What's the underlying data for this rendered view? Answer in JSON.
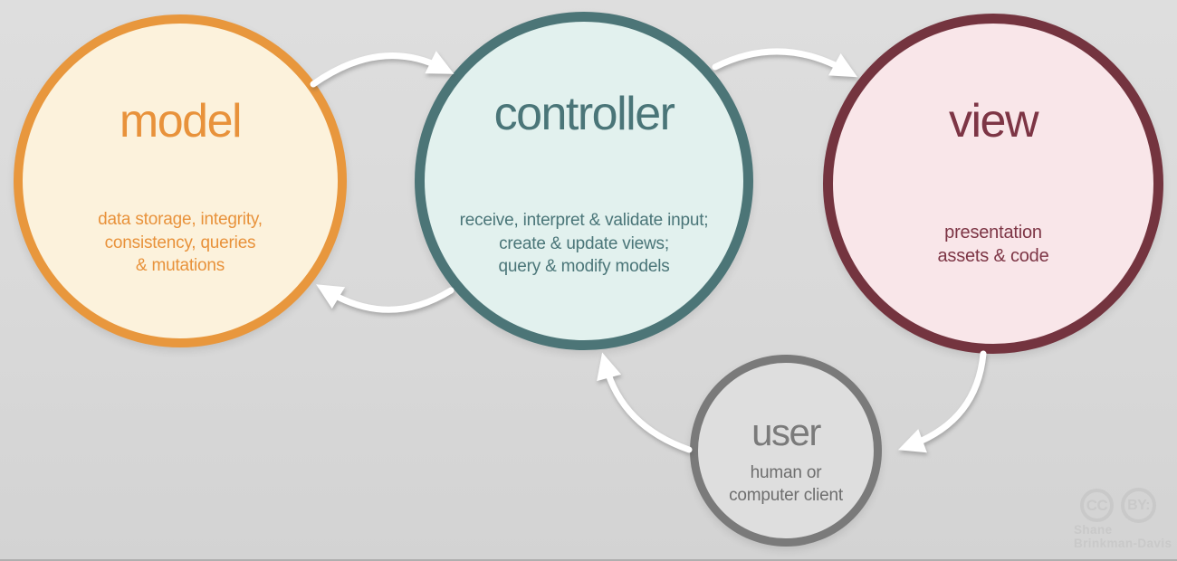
{
  "background": {
    "top_color": "#DEDEDE",
    "bottom_color": "#D3D3D3",
    "arrow_color": "#FFFFFF"
  },
  "nodes": [
    {
      "id": "model",
      "label": "model",
      "description": "data storage, integrity,\nconsistency, queries\n& mutations",
      "border_color": "#E8973D",
      "fill_color": "#FCF2DC",
      "text_color": "#E8923B"
    },
    {
      "id": "controller",
      "label": "controller",
      "description": "receive, interpret & validate input;\ncreate & update views;\nquery & modify models",
      "border_color": "#4C7577",
      "fill_color": "#E2F1EE",
      "text_color": "#4A7578"
    },
    {
      "id": "view",
      "label": "view",
      "description": "presentation\nassets & code",
      "border_color": "#74343F",
      "fill_color": "#F9E6E9",
      "text_color": "#7D3545"
    },
    {
      "id": "user",
      "label": "user",
      "description": "human or\ncomputer client",
      "border_color": "#7A7A7A",
      "fill_color": "#DEDEDE",
      "text_color": "#7A7A7A",
      "description_color": "#6E6E6E"
    }
  ],
  "edges": [
    {
      "from": "model",
      "to": "controller"
    },
    {
      "from": "controller",
      "to": "view"
    },
    {
      "from": "controller",
      "to": "model"
    },
    {
      "from": "view",
      "to": "user"
    },
    {
      "from": "user",
      "to": "controller"
    }
  ],
  "attribution": {
    "cc_label": "CC",
    "by_label": "BY:",
    "author": "Shane\nBrinkman-Davis",
    "color": "#C9C9C9"
  }
}
